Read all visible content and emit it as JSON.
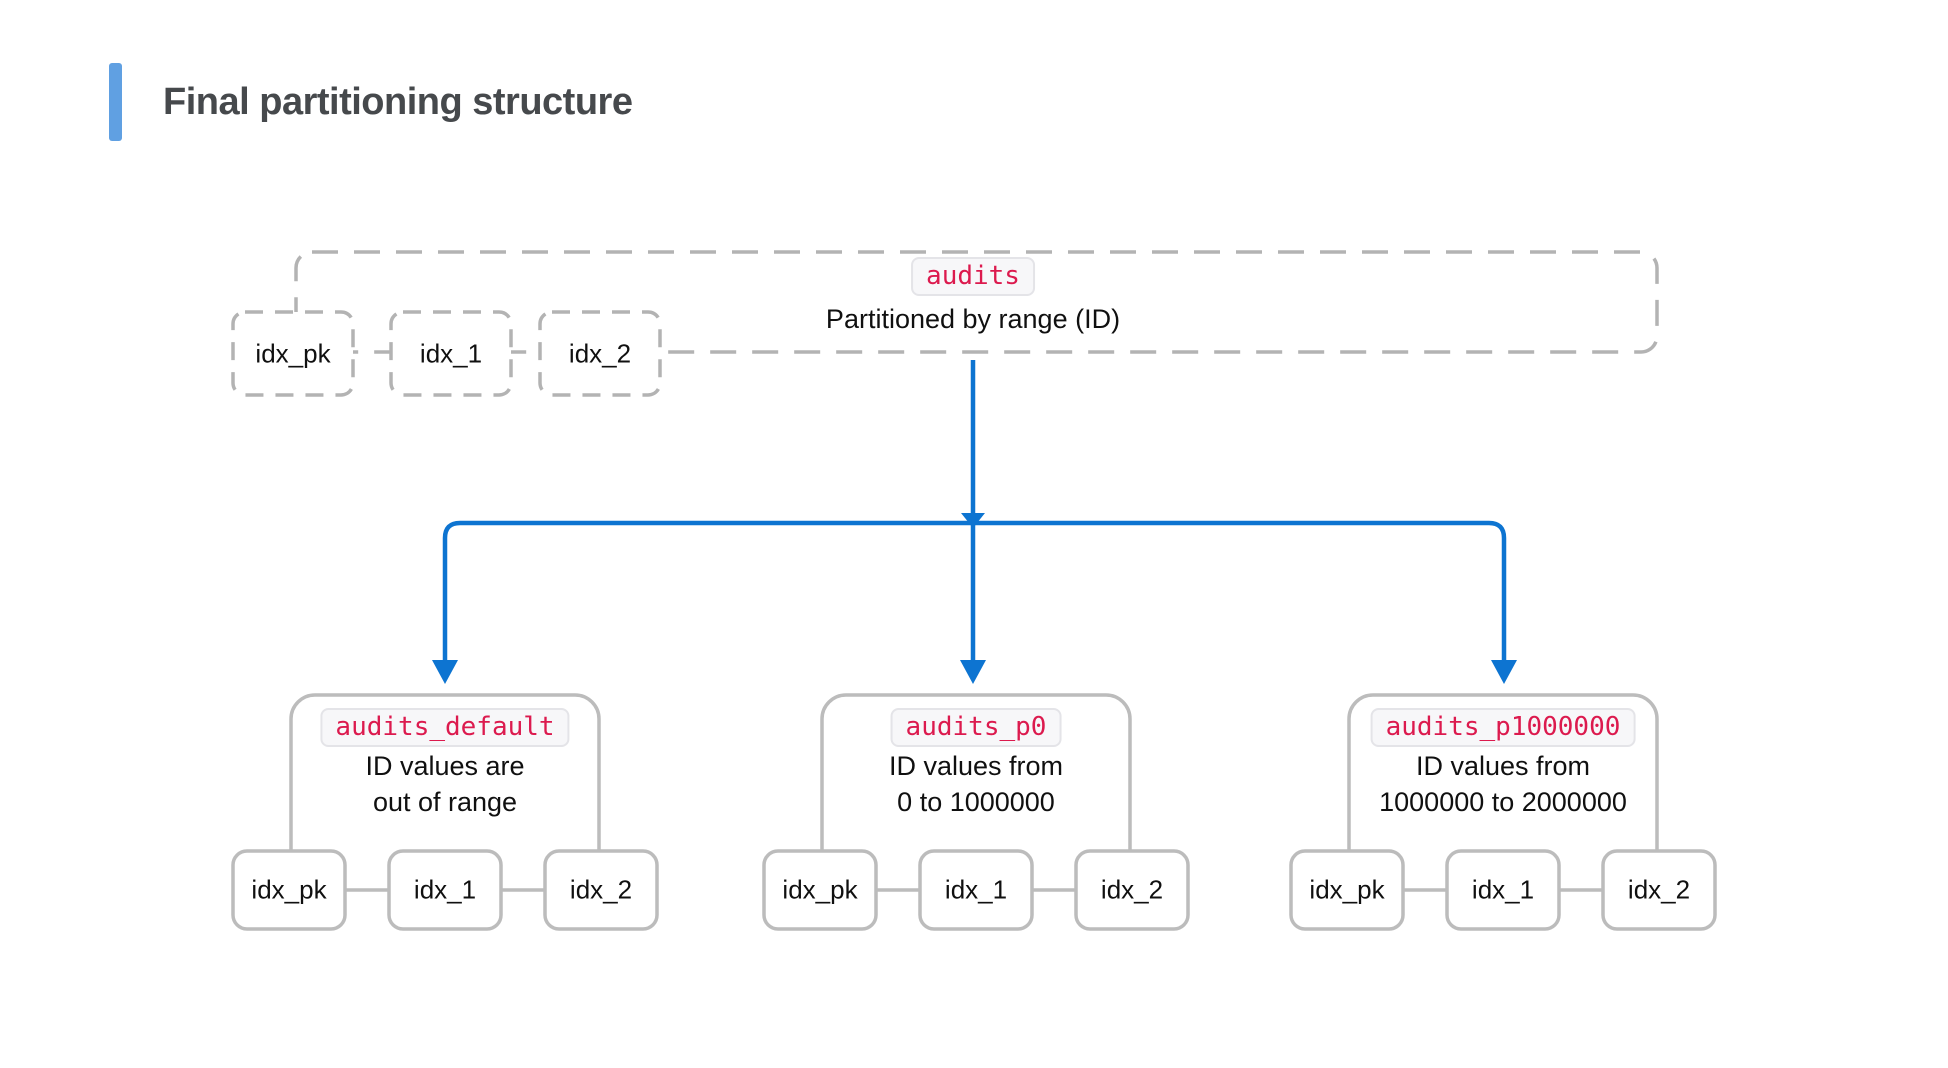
{
  "header": {
    "title": "Final partitioning structure"
  },
  "parent_table": {
    "name": "audits",
    "subtitle": "Partitioned by range (ID)",
    "indexes": [
      "idx_pk",
      "idx_1",
      "idx_2"
    ]
  },
  "partitions": [
    {
      "name": "audits_default",
      "description_line1": "ID values are",
      "description_line2": "out of range",
      "indexes": [
        "idx_pk",
        "idx_1",
        "idx_2"
      ]
    },
    {
      "name": "audits_p0",
      "description_line1": "ID values from",
      "description_line2": "0 to 1000000",
      "indexes": [
        "idx_pk",
        "idx_1",
        "idx_2"
      ]
    },
    {
      "name": "audits_p1000000",
      "description_line1": "ID values from",
      "description_line2": "1000000 to 2000000",
      "indexes": [
        "idx_pk",
        "idx_1",
        "idx_2"
      ]
    }
  ],
  "colors": {
    "accent_bar": "#60a0e2",
    "title_text": "#46494c",
    "code_text": "#dc1a4e",
    "badge_background": "#f7f7f9",
    "badge_border": "#e4e4e8",
    "solid_box_border": "#bcbcbc",
    "dashed_box_border": "#b3b3b3",
    "arrow_blue": "#0d74d1",
    "body_text": "#101010"
  }
}
